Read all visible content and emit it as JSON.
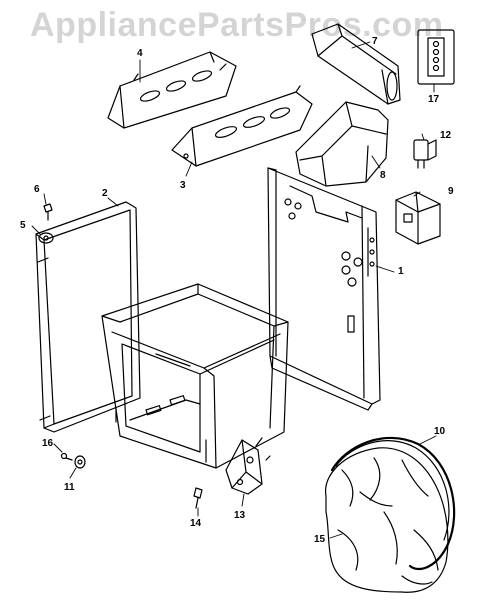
{
  "watermark": "AppliancePartsPros.com",
  "callouts": {
    "c1": "1",
    "c2": "2",
    "c3": "3",
    "c4": "4",
    "c5": "5",
    "c6": "6",
    "c7": "7",
    "c8": "8",
    "c9": "9",
    "c10": "10",
    "c11": "11",
    "c12": "12",
    "c13": "13",
    "c14": "14",
    "c15": "15",
    "c16": "16",
    "c17": "17"
  },
  "colors": {
    "line": "#000000",
    "watermark": "#d4d4d4"
  }
}
